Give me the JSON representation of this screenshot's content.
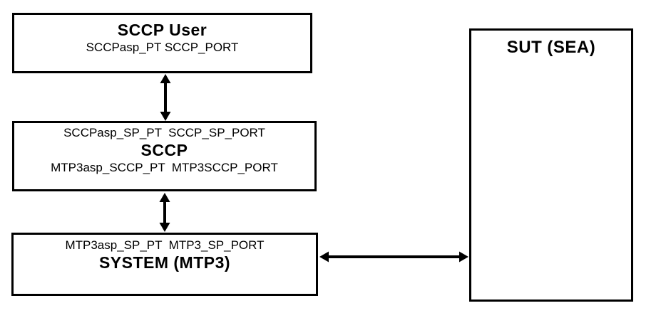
{
  "colors": {
    "background": "#ffffff",
    "line": "#000000",
    "text": "#000000"
  },
  "boxes": {
    "sccp_user": {
      "title": "SCCP User",
      "ports": "SCCPasp_PT SCCP_PORT"
    },
    "sccp": {
      "top_ports": "SCCPasp_SP_PT  SCCP_SP_PORT",
      "title": "SCCP",
      "bottom_ports": "MTP3asp_SCCP_PT  MTP3SCCP_PORT"
    },
    "system_mtp3": {
      "ports": "MTP3asp_SP_PT  MTP3_SP_PORT",
      "title": "SYSTEM (MTP3)"
    },
    "sut": {
      "title": "SUT (SEA)"
    }
  },
  "connections": [
    {
      "from": "sccp_user",
      "to": "sccp",
      "style": "double-headed-arrow",
      "orientation": "vertical"
    },
    {
      "from": "sccp",
      "to": "system_mtp3",
      "style": "double-headed-arrow",
      "orientation": "vertical"
    },
    {
      "from": "system_mtp3",
      "to": "sut",
      "style": "double-headed-arrow",
      "orientation": "horizontal"
    }
  ]
}
